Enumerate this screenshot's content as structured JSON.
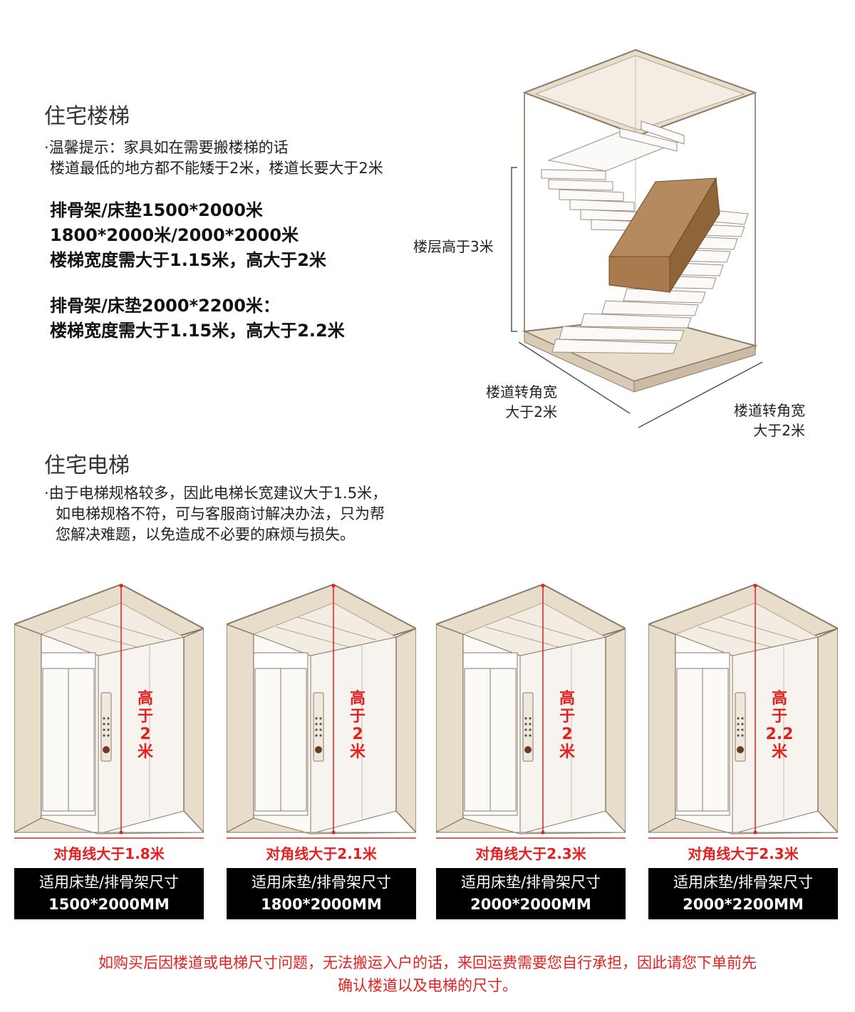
{
  "stairs": {
    "title": "住宅楼梯",
    "tip_bullet": "·",
    "tip_line1": "温馨提示：家具如在需要搬楼梯的话",
    "tip_line2": "楼道最低的地方都不能矮于2米，楼道长要大于2米",
    "spec1_line1": "排骨架/床垫1500*2000米",
    "spec1_line2": "1800*2000米/2000*2000米",
    "spec1_line3": "楼梯宽度需大于1.15米，高大于2米",
    "spec2_line1": "排骨架/床垫2000*2200米：",
    "spec2_line2": "楼梯宽度需大于1.15米，高大于2.2米",
    "floor_height": "楼层高于3米",
    "corner_left_1": "楼道转角宽",
    "corner_left_2": "大于2米",
    "corner_right_1": "楼道转角宽",
    "corner_right_2": "大于2米"
  },
  "elevator": {
    "title": "住宅电梯",
    "tip_bullet": "·",
    "tip_line1": "由于电梯规格较多，因此电梯长宽建议大于1.5米，",
    "tip_line2": "如电梯规格不符，可与客服商讨解决办法，只为帮",
    "tip_line3": "您解决难题，以免造成不必要的麻烦与损失。"
  },
  "elevators": [
    {
      "h1": "高",
      "h2": "于",
      "h3": "2",
      "h4": "米",
      "diagonal": "对角线大于1.8米",
      "box_line1": "适用床垫/排骨架尺寸",
      "box_line2": "1500*2000MM"
    },
    {
      "h1": "高",
      "h2": "于",
      "h3": "2",
      "h4": "米",
      "diagonal": "对角线大于2.1米",
      "box_line1": "适用床垫/排骨架尺寸",
      "box_line2": "1800*2000MM"
    },
    {
      "h1": "高",
      "h2": "于",
      "h3": "2",
      "h4": "米",
      "diagonal": "对角线大于2.3米",
      "box_line1": "适用床垫/排骨架尺寸",
      "box_line2": "2000*2000MM"
    },
    {
      "h1": "高",
      "h2": "于",
      "h3": "2.2",
      "h4": "米",
      "diagonal": "对角线大于2.3米",
      "box_line1": "适用床垫/排骨架尺寸",
      "box_line2": "2000*2200MM"
    }
  ],
  "notice": {
    "line1": "如购买后因楼道或电梯尺寸问题，无法搬运入户的话，来回运费需要您自行承担，因此请您下单前先",
    "line2": "确认楼道以及电梯的尺寸。"
  },
  "colors": {
    "accent_red": "#e52020",
    "frame_beige": "#e8dccb",
    "frame_stroke": "#8a7a66",
    "box_brown": "#a87a4c"
  }
}
